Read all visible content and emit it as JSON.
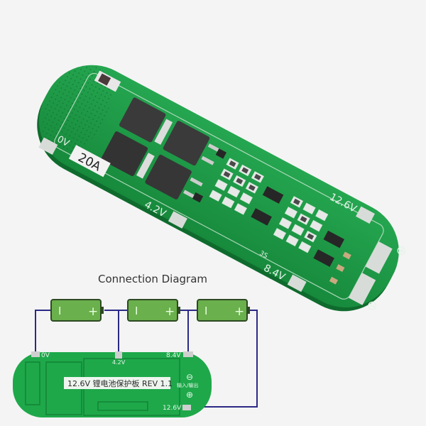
{
  "product_board": {
    "current_rating": "20A",
    "pad_labels": {
      "b_minus": "0V",
      "b1": "4.2V",
      "b2": "8.4V",
      "b_plus": "12.6V",
      "cells": "3S"
    },
    "terminal_symbols": {
      "positive": "⊕",
      "negative": "⊖"
    },
    "colors": {
      "pcb_green": "#1f9a45",
      "silkscreen": "#e8f2ea",
      "mosfet": "#3a3a3a"
    }
  },
  "diagram": {
    "title": "Connection Diagram",
    "batteries": [
      {
        "neg": "I",
        "pos": "+"
      },
      {
        "neg": "I",
        "pos": "+"
      },
      {
        "neg": "I",
        "pos": "+"
      }
    ],
    "board_label": "12.6V 锂电池保护板 REV 1.1",
    "pad_labels": {
      "b_minus": "0V",
      "b1": "4.2V",
      "b2": "8.4V",
      "b_plus": "12.6V"
    },
    "io_label": "输入/输出",
    "colors": {
      "battery_fill": "#6ab04c",
      "battery_border": "#2d4a22",
      "wire": "#2b2a86",
      "board": "#1ea84a"
    }
  }
}
